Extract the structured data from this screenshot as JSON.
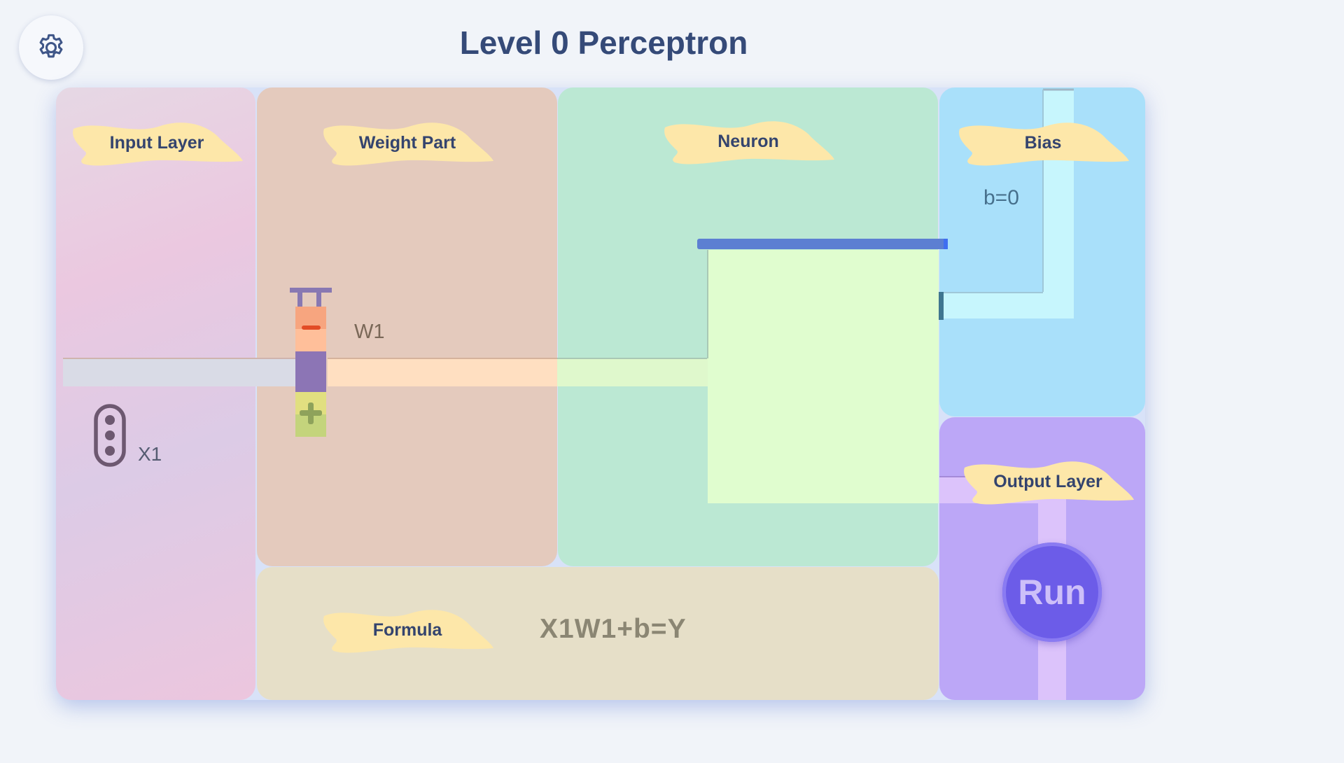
{
  "header": {
    "title": "Level 0 Perceptron",
    "settings_icon": "gear-icon"
  },
  "panels": {
    "input_layer": {
      "label": "Input Layer",
      "input_name": "X1",
      "input_icon": "input-node-icon"
    },
    "weight_part": {
      "label": "Weight Part",
      "weight_name": "W1",
      "controls": {
        "decrease": "−",
        "increase": "+"
      }
    },
    "neuron": {
      "label": "Neuron"
    },
    "bias": {
      "label": "Bias",
      "value": "b=0"
    },
    "output_layer": {
      "label": "Output Layer",
      "run_label": "Run"
    },
    "formula": {
      "label": "Formula",
      "expression": "X1W1+b=Y"
    }
  },
  "colors": {
    "title": "#354a78",
    "input_panel": "#e6c8e0",
    "weight_panel": "#e4cabd",
    "neuron_panel": "#bbe8d3",
    "bias_panel": "#a9e0fa",
    "output_panel": "#bca7f7",
    "formula_panel": "#e6dfc8",
    "label_cloud": "#fde7a9",
    "run_button": "#6c5ce8"
  }
}
